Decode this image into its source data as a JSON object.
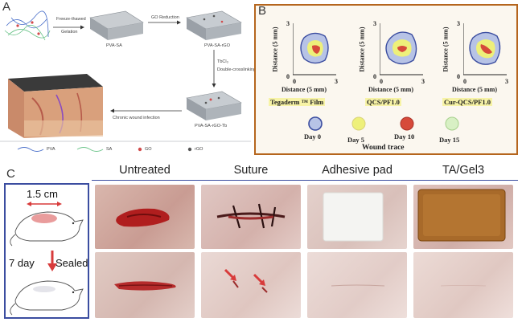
{
  "panels": {
    "a": {
      "letter": "A",
      "steps": {
        "freeze_thawed": "Freeze-thawed",
        "gelation": "Gelation",
        "go_reduction": "GO Reduction",
        "tbcl3": "TbCl₃",
        "double_crosslinking": "Double-crosslinking",
        "chronic_wound_infection": "Chronic wound infection"
      },
      "materials": {
        "pva_sa": "PVA-SA",
        "pva_sa_rgo": "PVA-SA-rGO",
        "pva_sa_rgo_tb": "PVA-SA-rGO-Tb"
      },
      "legend": [
        "PVA",
        "SA",
        "GO",
        "rGO"
      ],
      "colors": {
        "pva": "#4a6fc9",
        "sa": "#6cc48a",
        "go": "#d24a4a",
        "rgo": "#555555"
      }
    },
    "b": {
      "letter": "B",
      "axis_y": "Distance (5 mm)",
      "axis_x": "Distance (5 mm)",
      "tick_max": "3",
      "tick_min": "0",
      "groups": [
        "Tegaderm ™ Film",
        "QCS/PF1.0",
        "Cur-QCS/PF1.0"
      ],
      "legend": [
        {
          "label": "Day 0",
          "color": "#b7c3e6",
          "stroke": "#3b4da0"
        },
        {
          "label": "Day 5",
          "color": "#eef07a",
          "stroke": "#d9d27a"
        },
        {
          "label": "Day 10",
          "color": "#d64a3a",
          "stroke": "#a83228"
        },
        {
          "label": "Day 15",
          "color": "#d8f0c4",
          "stroke": "#a6d08c"
        }
      ],
      "legend_title": "Wound trace",
      "border_color": "#b5651d"
    },
    "c": {
      "letter": "C",
      "columns": [
        "Untreated",
        "Suture",
        "Adhesive pad",
        "TA/Gel3"
      ],
      "rat_panel": {
        "size_label": "1.5 cm",
        "time_label": "7 day",
        "sealed_label": "Sealed"
      },
      "accent": "#3b4da0",
      "arrow_color": "#d83b3b"
    }
  }
}
